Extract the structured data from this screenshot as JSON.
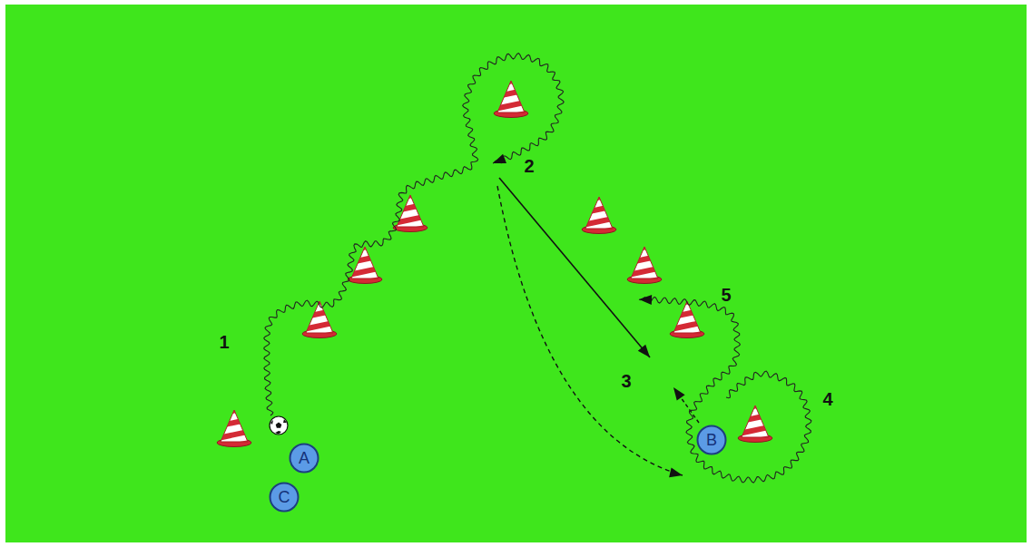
{
  "diagram": {
    "nodes": [
      {
        "text": [
          "A"
        ]
      },
      {
        "text": [
          "B"
        ]
      },
      {
        "text": [
          "C"
        ]
      }
    ],
    "labels": [
      "1",
      "2",
      "3",
      "4",
      "5"
    ]
  }
}
